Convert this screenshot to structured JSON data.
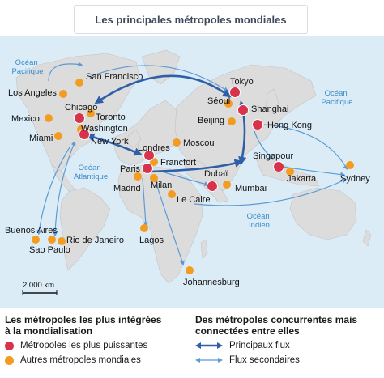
{
  "title": "Les principales métropoles mondiales",
  "colors": {
    "major": "#d8334a",
    "other": "#f39c1f",
    "main_flow": "#2e5fa8",
    "secondary_flow": "#5b9bd5",
    "land": "#dcdcdc",
    "sea": "#dcecf7"
  },
  "oceans": [
    {
      "id": "pacifique-w",
      "lines": [
        "Océan",
        "Pacifique"
      ]
    },
    {
      "id": "pacifique-e",
      "lines": [
        "Océan",
        "Pacifique"
      ]
    },
    {
      "id": "atlantique",
      "lines": [
        "Océan",
        "Atlantique"
      ]
    },
    {
      "id": "indien",
      "lines": [
        "Océan",
        "Indien"
      ]
    }
  ],
  "cities": {
    "san_francisco": "San Francisco",
    "los_angeles": "Los Angeles",
    "chicago": "Chicago",
    "toronto": "Toronto",
    "washington": "Washington",
    "new_york": "New York",
    "mexico": "Mexico",
    "miami": "Miami",
    "buenos_aires": "Buenos Aires",
    "sao_paulo": "Sao Paulo",
    "rio": "Rio de Janeiro",
    "londres": "Londres",
    "paris": "Paris",
    "francfort": "Francfort",
    "madrid": "Madrid",
    "milan": "Milan",
    "moscou": "Moscou",
    "le_caire": "Le Caire",
    "lagos": "Lagos",
    "johannesburg": "Johannesburg",
    "dubai": "Dubaï",
    "mumbai": "Mumbai",
    "tokyo": "Tokyo",
    "seoul": "Séoul",
    "shanghai": "Shanghai",
    "beijing": "Beijing",
    "hong_kong": "Hong Kong",
    "singapour": "Singapour",
    "jakarta": "Jakarta",
    "sydney": "Sydney"
  },
  "scale_label": "2 000 km",
  "legend": {
    "left_heading_1": "Les métropoles les plus intégrées",
    "left_heading_2": "à la mondialisation",
    "major": "Métropoles les plus puissantes",
    "other": "Autres métropoles mondiales",
    "right_heading_1": "Des métropoles concurrentes mais",
    "right_heading_2": "connectées entre elles",
    "main_flow": "Principaux flux",
    "secondary_flow": "Flux secondaires"
  }
}
